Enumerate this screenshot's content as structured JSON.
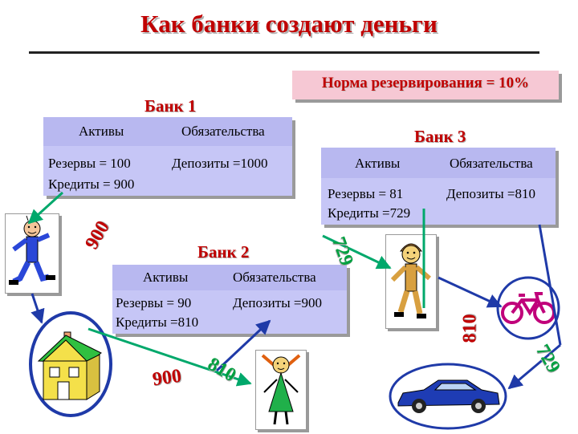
{
  "title": "Как банки создают деньги",
  "reserve_ratio": "Норма резервирования = 10%",
  "bank1": {
    "title": "Банк 1",
    "col_assets": "Активы",
    "col_liabilities": "Обязательства",
    "reserves": "Резервы = 100",
    "loans": "Кредиты = 900",
    "deposits": "Депозиты =1000"
  },
  "bank2": {
    "title": "Банк 2",
    "col_assets": "Активы",
    "col_liabilities": "Обязательства",
    "reserves": "Резервы = 90",
    "loans": "Кредиты =810",
    "deposits": "Депозиты =900"
  },
  "bank3": {
    "title": "Банк 3",
    "col_assets": "Активы",
    "col_liabilities": "Обязательства",
    "reserves": "Резервы = 81",
    "loans": "Кредиты =729",
    "deposits": "Депозиты =810"
  },
  "flow_labels": {
    "loan_900": "900",
    "deposit_900": "900",
    "loan_810": "810",
    "deposit_810": "810",
    "loan_729": "729",
    "spend_729": "729"
  },
  "colors": {
    "title_red": "#c00000",
    "table_blue": "#c6c6f6",
    "header_blue": "#b8b8f0",
    "ratio_pink": "#f6c8d4",
    "arrow_navy": "#1f3aa8",
    "arrow_green": "#00a86b",
    "flow_green": "#00a040",
    "bike_magenta": "#c0007a"
  },
  "icons": [
    "boy-figure-icon",
    "house-icon",
    "girl-figure-icon",
    "teen-figure-icon",
    "bicycle-icon",
    "car-icon"
  ]
}
